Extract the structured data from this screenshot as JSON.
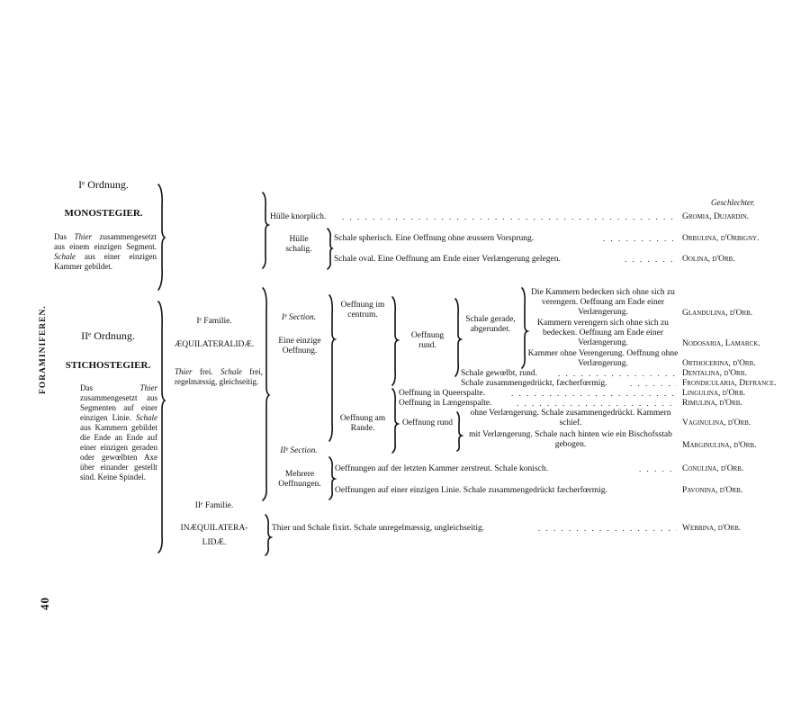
{
  "side_label": "FORAMINIFEREN.",
  "page_number": "40",
  "genera_header": "Geschlechter.",
  "orders": [
    {
      "title": "Iᵉ Ordnung.",
      "name": "MONOSTEGIER.",
      "description_parts": [
        "Das ",
        "Thier",
        " zusammengesetzt aus einem einzigen Segment. ",
        "Schale",
        " aus einer einzigen Kammer gebildet."
      ]
    },
    {
      "title": "IIᵉ Ordnung.",
      "name": "STICHOSTEGIER.",
      "description_parts": [
        "Das ",
        "Thier",
        " zusammengesetzt aus Segmenten auf einer einzigen Linie. ",
        "Schale",
        " aus Kammern gebildet die Ende an Ende auf einer einzigen geraden oder gewœlbten Axe über einander gestellt sind. Keine Spindel."
      ]
    }
  ],
  "families": [
    {
      "title": "Iᵉ Familie.",
      "name": "ÆQUILATERALIDÆ.",
      "description_parts": [
        "Thier",
        " frei. ",
        "Schale",
        " frei, regelmæssig, gleichseitig."
      ]
    },
    {
      "title": "IIᵉ Familie.",
      "name_line1": "INÆQUILATERA-",
      "name_line2": "LIDÆ."
    }
  ],
  "sections": [
    {
      "title": "Iᵉ Section.",
      "desc": "Eine einzige Oeffnung."
    },
    {
      "title": "IIᵉ Section.",
      "desc": "Mehrere Oeffnungen."
    }
  ],
  "mono": {
    "huelle_knorplich": "Hülle knorplich.",
    "huelle_schalig": "Hülle schalig.",
    "schale_spherisch": "Schale spherisch. Eine Oeffnung ohne æussern Vorsprung.",
    "schale_oval": "Schale oval. Eine Oeffnung am Ende einer Verlængerung gelegen."
  },
  "stich": {
    "oeffnung_centrum": "Oeffnung im centrum.",
    "oeffnung_rund": "Oeffnung rund.",
    "schale_gerade": "Schale gerade, abgerundet.",
    "desc_glandulina": "Die Kammern bedecken sich ohne sich zu verengern. Oeffnung am Ende einer Verlængerung.",
    "desc_nodosaria_a": "Kammern verengern sich ohne sich zu bedecken. Oeffnung am Ende einer Verlængerung.",
    "desc_orthocerina": "Kammer ohne Verengerung. Oeffnung ohne Verlængerung.",
    "desc_dentalina": "Schale gewœlbt, rund.",
    "desc_frondicularia": "Schale zusammengedrückt, fæcherfœrmig.",
    "desc_lingulina": "Oeffnung in Queerspalte.",
    "desc_rimulina": "Oeffnung in Længenspalte.",
    "oeffnung_rande": "Oeffnung am Rande.",
    "oeffnung_rund2": "Oeffnung rund",
    "desc_vaginulina": "ohne Verlængerung. Schale zusammengedrückt. Kammern schief.",
    "desc_marginulina": "mit Verlængerung. Schale nach hinten wie ein Bischofsstab gebogen.",
    "desc_conulina": "Oeffnungen auf der letzten Kammer zerstreut. Schale konisch.",
    "desc_pavonina": "Oeffnungen auf einer einzigen Linie. Schale zusammengedrückt fæcherfœrmig.",
    "desc_webbina": "Thier und Schale fixirt. Schale unregelmæssig, ungleichseitig."
  },
  "genera": {
    "gromia": "Gromia, Dujardin.",
    "orbulina": "Orbulina, d'Orbigny.",
    "oolina": "Oolina, d'Orb.",
    "glandulina": "Glandulina, d'Orb.",
    "nodosaria": "Nodosaria, Lamarck.",
    "orthocerina": "Orthocerina, d'Orb.",
    "dentalina": "Dentalina, d'Orb.",
    "frondicularia": "Frondicularia, Defrance.",
    "lingulina": "Lingulina, d'Orb.",
    "rimulina": "Rimulina, d'Orb.",
    "vaginulina": "Vaginulina, d'Orb.",
    "marginulina": "Marginulina, d'Orb.",
    "conulina": "Conulina, d'Orb.",
    "pavonina": "Pavonina, d'Orb.",
    "webbina": "Webbina, d'Orb."
  }
}
